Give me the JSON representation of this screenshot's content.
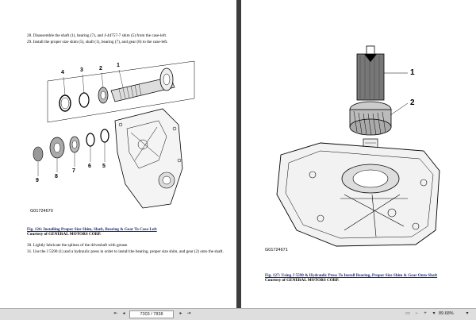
{
  "left_page": {
    "steps": [
      {
        "num": "28.",
        "text": "Disassemble the shaft (1), bearing (7), and J-44757-7 shim (5) from the case-left."
      },
      {
        "num": "29.",
        "text": "Install the proper size shim (5), shaft (1), bearing (7), and gear (8) to the case-left."
      }
    ],
    "image_id": "G01724670",
    "callouts": [
      "4",
      "3",
      "2",
      "1",
      "9",
      "8",
      "7",
      "6",
      "5"
    ],
    "caption": {
      "figure": "Fig. 126: Installing Proper Size Shim, Shaft, Bearing & Gear To Case-Left",
      "courtesy": "Courtesy of GENERAL MOTORS CORP."
    },
    "steps_after": [
      {
        "num": "30.",
        "text": "Lightly lubricate the splines of the driveshaft with grease."
      },
      {
        "num": "31.",
        "text": "Use the J 5590 (1) and a hydraulic press in order to install the bearing, proper size shim, and gear (2) onto the shaft."
      }
    ]
  },
  "right_page": {
    "image_id": "G01724671",
    "callouts": [
      "1",
      "2"
    ],
    "caption": {
      "figure": "Fig. 127: Using J 5590 & Hydraulic Press To Install Bearing, Proper Size Shim & Gear Onto Shaft",
      "courtesy": "Courtesy of GENERAL MOTORS CORP."
    }
  },
  "statusbar": {
    "page_indicator": "7303 / 7838",
    "zoom": "89.68%"
  }
}
